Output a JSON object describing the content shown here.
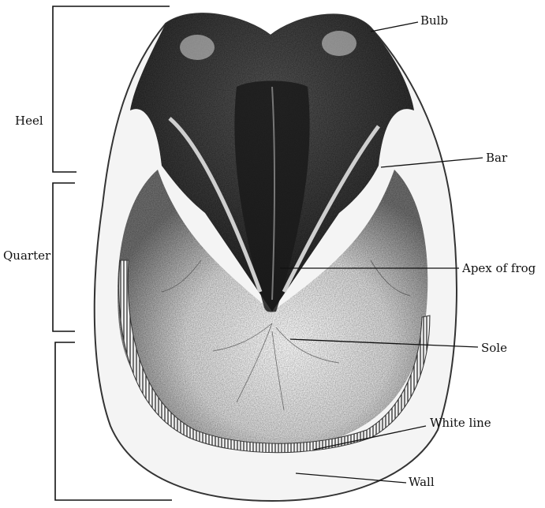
{
  "diagram": {
    "subject": "Ground surface of a horse hoof",
    "regions": {
      "heel": "Heel",
      "quarter": "Quarter",
      "toe": ""
    },
    "parts": {
      "bulb": "Bulb",
      "bar": "Bar",
      "apex": "Apex of frog",
      "sole": "Sole",
      "white_line": "White line",
      "wall": "Wall"
    },
    "colors": {
      "ink": "#111111",
      "shade_dark": "#2a2a2a",
      "shade_mid": "#6a6a6a",
      "paper": "#ffffff"
    }
  }
}
